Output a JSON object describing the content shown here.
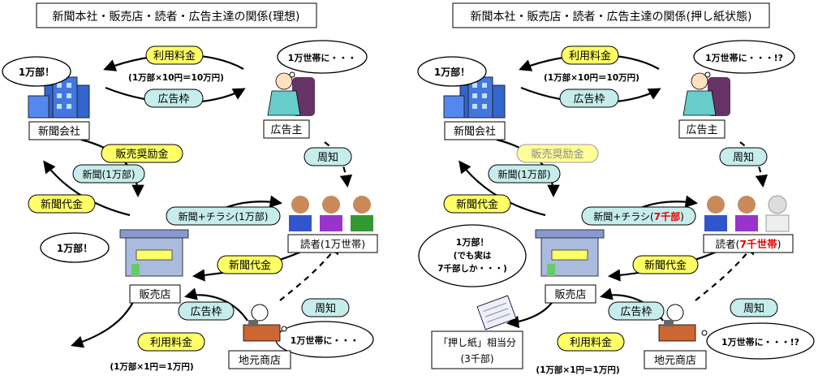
{
  "left": {
    "title": "新聞本社・販売店・読者・広告主達の関係(理想)",
    "newspaper_company": "新聞会社",
    "advertiser": "広告主",
    "shop": "販売店",
    "local_shop": "地元商店",
    "readers_label": "読者(1万世帯)",
    "cloud_company": "1万部！",
    "cloud_advertiser": "1万世帯に・・・",
    "cloud_shop": "1万部！",
    "cloud_local": "1万世帯に・・・",
    "fee_top": "利用料金",
    "calc_top": "(1万部×10円＝10万円)",
    "ad_slot_top": "広告枠",
    "sales_incentive": "販売奨励金",
    "paper_count": "新聞(1万部)",
    "paper_fee_left": "新聞代金",
    "notice_top": "周知",
    "paper_flyer": "新聞+チラシ(1万部)",
    "paper_fee_reader": "新聞代金",
    "ad_slot_bottom": "広告枠",
    "notice_bottom": "周知",
    "fee_bottom": "利用料金",
    "calc_bottom": "(1万部×1円＝1万円)"
  },
  "right": {
    "title": "新聞本社・販売店・読者・広告主達の関係(押し紙状態)",
    "newspaper_company": "新聞会社",
    "advertiser": "広告主",
    "shop": "販売店",
    "local_shop": "地元商店",
    "readers_prefix": "読者(",
    "readers_red": "7千世帯",
    "readers_suffix": ")",
    "cloud_company": "1万部！",
    "cloud_advertiser": "1万世帯に・・・!?",
    "cloud_shop_l1": "1万部！",
    "cloud_shop_l2": "(でも実は",
    "cloud_shop_l3": "7千部しか・・・)",
    "cloud_local": "1万世帯に・・・!?",
    "fee_top": "利用料金",
    "calc_top": "(1万部×10円＝10万円)",
    "ad_slot_top": "広告枠",
    "sales_incentive": "販売奨励金",
    "paper_count": "新聞(1万部)",
    "paper_fee_left": "新聞代金",
    "notice_top": "周知",
    "paper_flyer_prefix": "新聞+チラシ(",
    "paper_flyer_red": "7千部",
    "paper_flyer_suffix": ")",
    "paper_fee_reader": "新聞代金",
    "ad_slot_bottom": "広告枠",
    "notice_bottom": "周知",
    "fee_bottom": "利用料金",
    "calc_bottom": "(1万部×1円＝1万円)",
    "oshigami_l1": "「押し紙」相当分",
    "oshigami_l2": "(3千部)"
  },
  "colors": {
    "pill_green": "#c6ecec",
    "pill_yellow": "#ffff66",
    "pill_yellow_faded": "#ffff99"
  }
}
